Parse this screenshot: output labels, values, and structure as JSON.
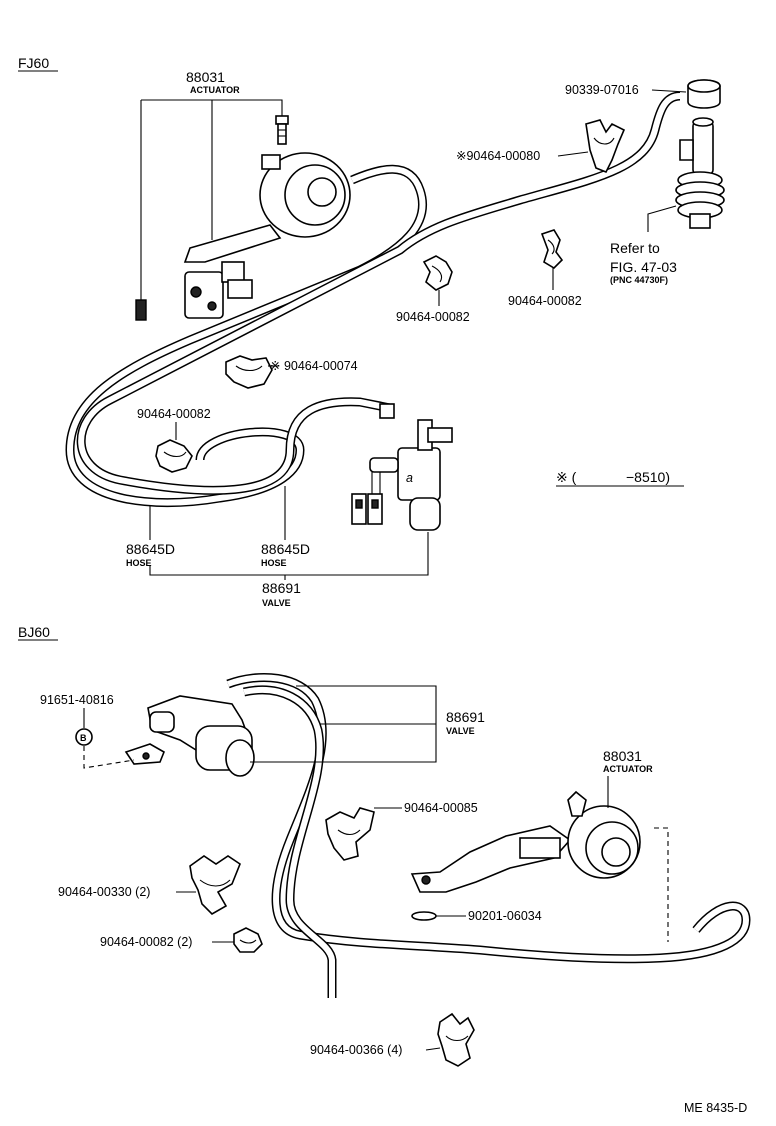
{
  "sections": {
    "fj60": "FJ60",
    "bj60": "BJ60"
  },
  "fj60": {
    "actuator": {
      "part_no": "88031",
      "desc": "ACTUATOR"
    },
    "cap": {
      "part_no": "90339-07016"
    },
    "clamp_80": {
      "part_no": "※90464-00080"
    },
    "clamp_82a": {
      "part_no": "90464-00082"
    },
    "clamp_82b": {
      "part_no": "90464-00082"
    },
    "clamp_74": {
      "part_no": "※ 90464-00074"
    },
    "clamp_82c": {
      "part_no": "90464-00082"
    },
    "refer": {
      "line1": "Refer to",
      "line2": "FIG. 47-03",
      "line3": "(PNC 44730F)"
    },
    "hose_a": {
      "part_no": "88645D",
      "desc": "HOSE"
    },
    "hose_b": {
      "part_no": "88645D",
      "desc": "HOSE"
    },
    "valve": {
      "part_no": "88691",
      "desc": "VALVE"
    },
    "note": {
      "mark": "※ (",
      "range": "−8510)"
    }
  },
  "bj60": {
    "bolt": {
      "part_no": "91651-40816"
    },
    "valve": {
      "part_no": "88691",
      "desc": "VALVE"
    },
    "actuator": {
      "part_no": "88031",
      "desc": "ACTUATOR"
    },
    "clamp_85": {
      "part_no": "90464-00085"
    },
    "clamp_330": {
      "part_no": "90464-00330 (2)"
    },
    "washer": {
      "part_no": "90201-06034"
    },
    "clamp_82": {
      "part_no": "90464-00082 (2)"
    },
    "clamp_366": {
      "part_no": "90464-00366 (4)"
    }
  },
  "footer": {
    "code": "ME  8435-D"
  }
}
